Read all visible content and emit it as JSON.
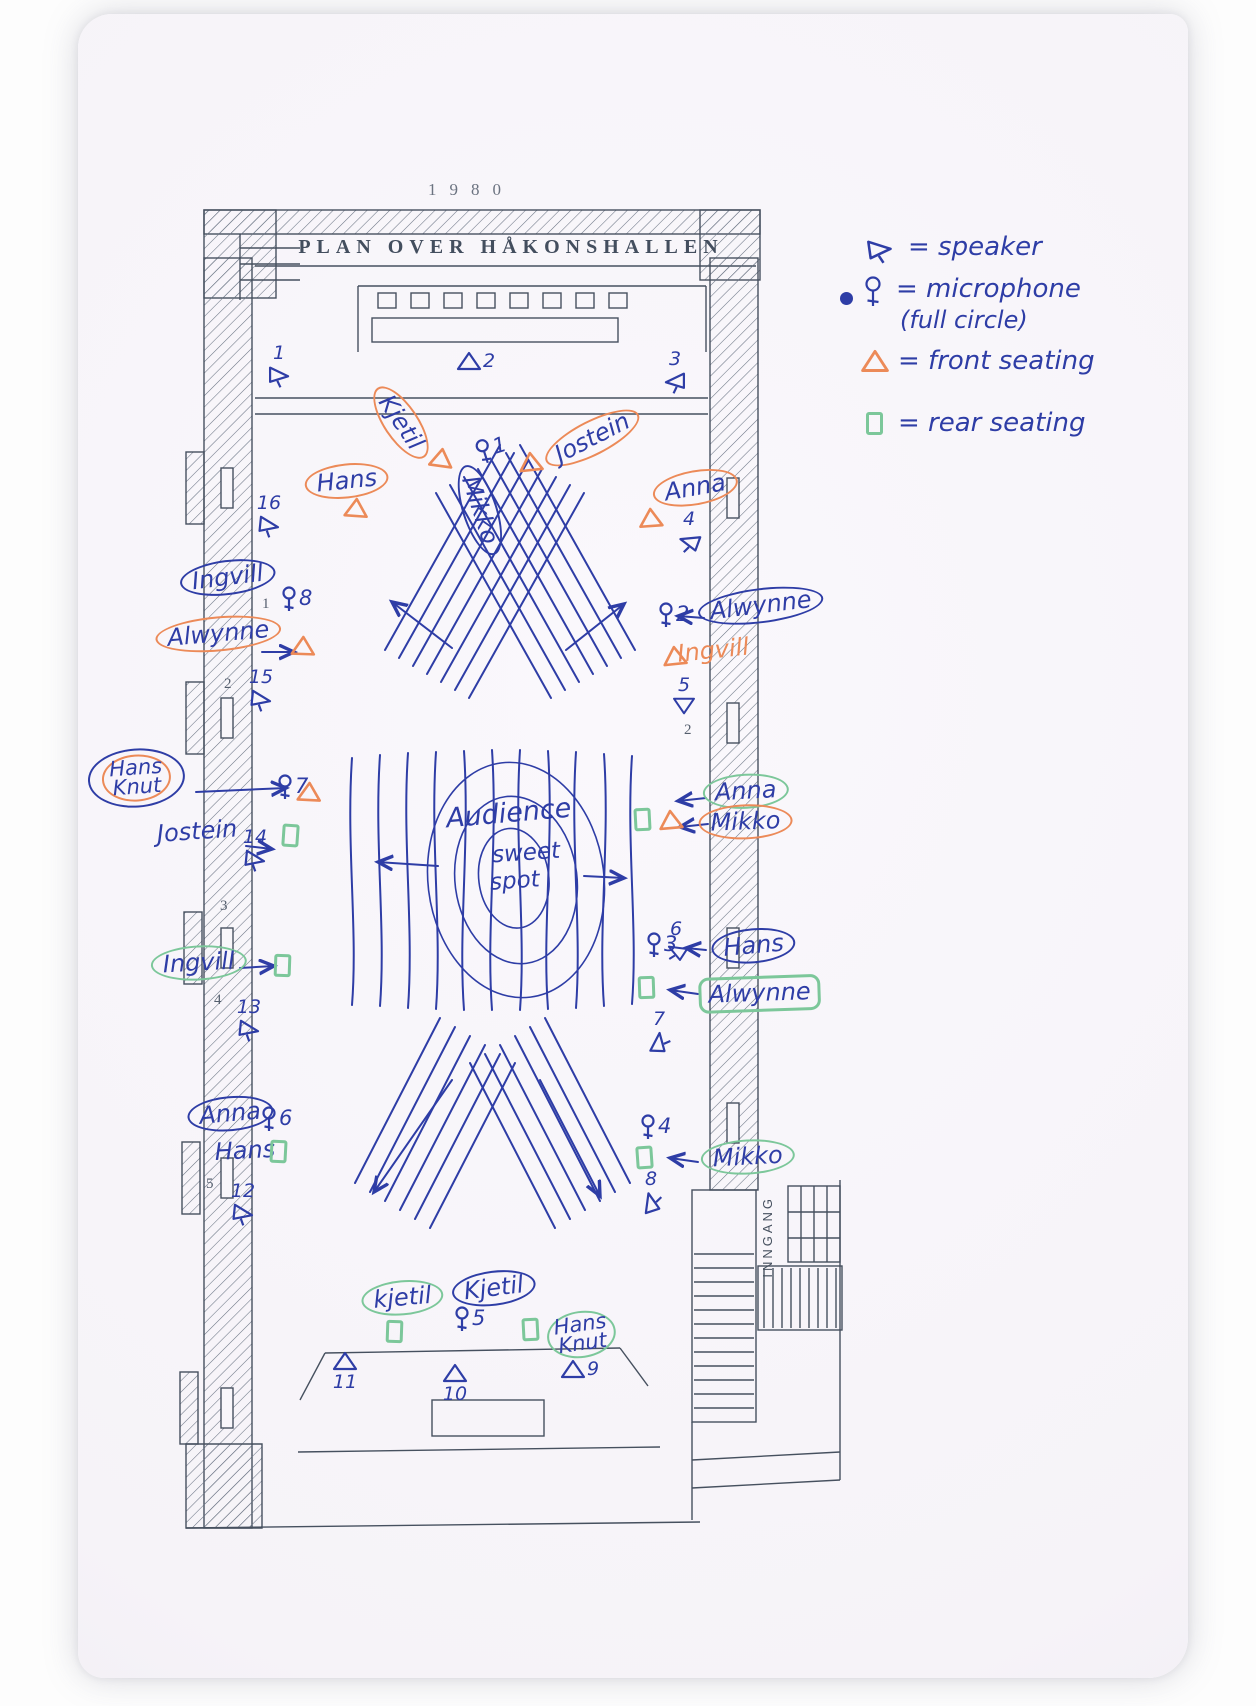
{
  "print": {
    "year": "1980",
    "title": "PLAN OVER HÅKONSHALLEN",
    "entrance": "INNGANG",
    "bays": {
      "b1": "1",
      "b2": "2",
      "b3": "3",
      "b4": "4",
      "b5": "5",
      "b2_right": "2"
    }
  },
  "legend": {
    "speaker_label": "= speaker",
    "microphone_label": "= microphone",
    "microphone_sub": "(full circle)",
    "front_seating_label": "= front seating",
    "rear_seating_label": "= rear seating"
  },
  "audience": {
    "line1": "Audience",
    "line2": "sweet",
    "line3": "spot"
  },
  "names": {
    "kjetil_stage": "Kjetil",
    "jostein_stage": "Jostein",
    "mikko_stage": "Mikko",
    "hans_stage": "Hans",
    "anna_stage": "Anna",
    "ingvill_left": "Ingvill",
    "alwynne_left": "Alwynne",
    "hans_knut_left": {
      "line1": "Hans",
      "line2": "Knut"
    },
    "jostein_left": "Jostein",
    "ingvill_left_lower": "Ingvill",
    "anna_left": "Anna",
    "hans_left": "Hans",
    "alwynne_right": "Alwynne",
    "ingvill_right": "Ingvill",
    "anna_right": "Anna",
    "mikko_right": "Mikko",
    "hans_right": "Hans",
    "alwynne_right_lower": "Alwynne",
    "mikko_right_lower": "Mikko",
    "kjetil_rear": "kjetil",
    "kjetil_mic": "Kjetil",
    "hans_knut_rear": {
      "line1": "Hans",
      "line2": "Knut"
    }
  },
  "speakers": {
    "s1": "1",
    "s2": "2",
    "s3": "3",
    "s4": "4",
    "s5": "5",
    "s6": "6",
    "s7": "7",
    "s8": "8",
    "s9": "9",
    "s10": "10",
    "s11": "11",
    "s12": "12",
    "s13": "13",
    "s14": "14",
    "s15": "15",
    "s16": "16"
  },
  "microphones": {
    "m1": "1",
    "m2": "2",
    "m3": "3",
    "m4": "4",
    "m5": "5",
    "m6": "6",
    "m7": "7",
    "m8": "8"
  },
  "colors": {
    "ink": "#46505f",
    "pen_blue": "#2e3da6",
    "pen_orange": "#ec8a58",
    "pen_green": "#7cc79a"
  }
}
